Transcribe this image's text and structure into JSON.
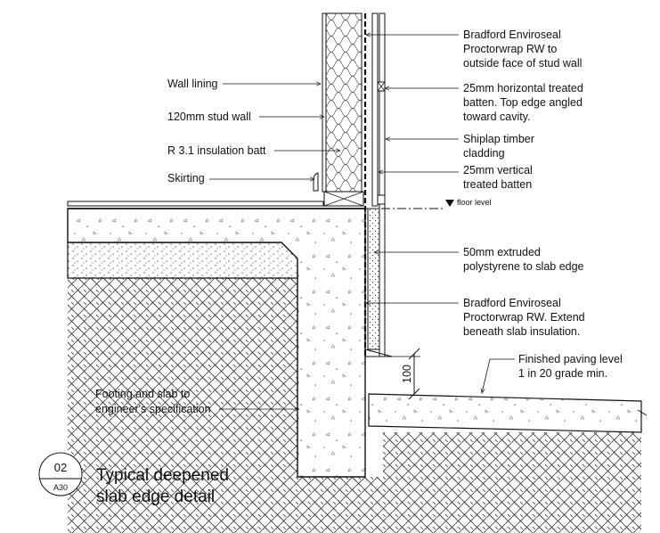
{
  "drawing": {
    "number": "02",
    "sheet": "A30",
    "title_line1": "Typical deepened",
    "title_line2": "slab edge detail",
    "floor_level": "floor level",
    "dimension": "100"
  },
  "labels_left": [
    {
      "text": "Wall lining"
    },
    {
      "text": "120mm stud wall"
    },
    {
      "text": "R 3.1 insulation batt"
    },
    {
      "text": "Skirting"
    },
    {
      "text": "Footing and slab to"
    },
    {
      "text": "engineer's specification"
    }
  ],
  "labels_right": [
    {
      "text": "Bradford Enviroseal"
    },
    {
      "text": "Proctorwrap RW to"
    },
    {
      "text": "outside face of stud wall"
    },
    {
      "text": "25mm horizontal treated"
    },
    {
      "text": "batten. Top edge angled"
    },
    {
      "text": "toward cavity."
    },
    {
      "text": "Shiplap timber"
    },
    {
      "text": "cladding"
    },
    {
      "text": "25mm vertical"
    },
    {
      "text": "treated batten"
    },
    {
      "text": "50mm extruded"
    },
    {
      "text": "polystyrene to slab edge"
    },
    {
      "text": "Bradford Enviroseal"
    },
    {
      "text": "Proctorwrap RW. Extend"
    },
    {
      "text": "beneath slab insulation."
    },
    {
      "text": "Finished paving level"
    },
    {
      "text": "1 in 20 grade min."
    }
  ]
}
